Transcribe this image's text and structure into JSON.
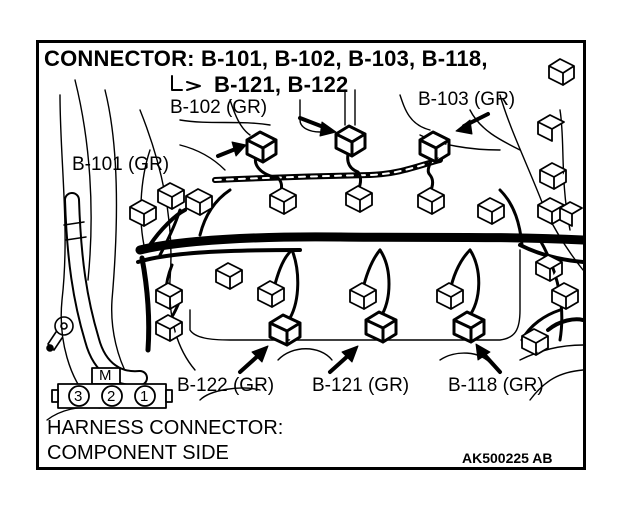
{
  "header": {
    "line1": "CONNECTOR: B-101, B-102, B-103, B-118,",
    "line2": "B-121, B-122"
  },
  "callouts": {
    "b101": "B-101 (GR)",
    "b102": "B-102 (GR)",
    "b103": "B-103 (GR)",
    "b122": "B-122 (GR)",
    "b121": "B-121 (GR)",
    "b118": "B-118 (GR)"
  },
  "pin_connector": {
    "key": "M",
    "pins": [
      "3",
      "2",
      "1"
    ]
  },
  "footer": {
    "line1": "HARNESS CONNECTOR:",
    "line2": "COMPONENT SIDE",
    "code": "AK500225 AB"
  }
}
